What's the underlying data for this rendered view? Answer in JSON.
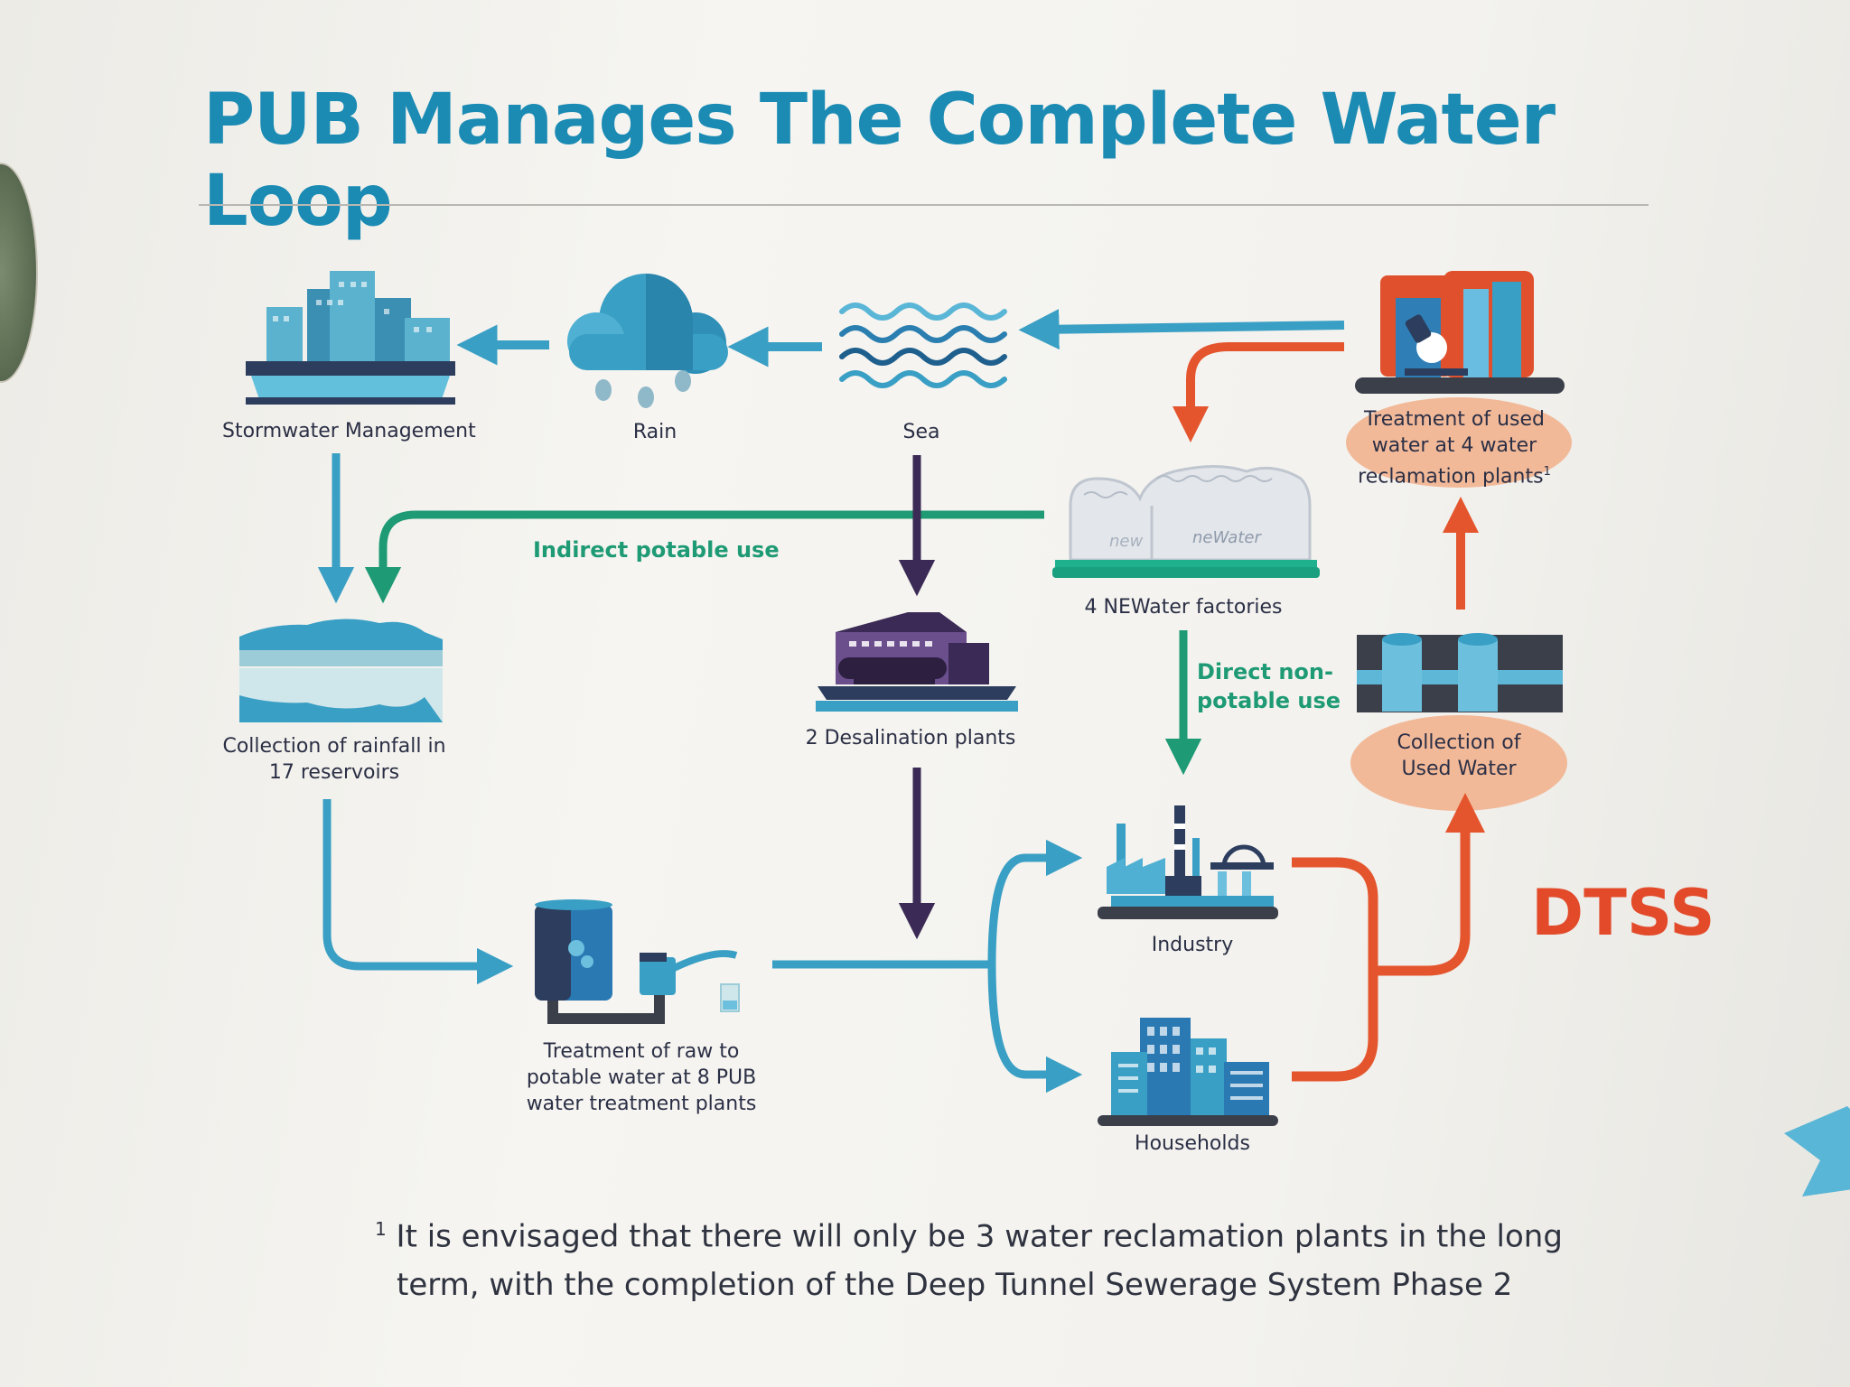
{
  "title": "PUB Manages The Complete Water Loop",
  "nodes": {
    "stormwater": "Stormwater Management",
    "rain": "Rain",
    "sea": "Sea",
    "reclamation_line1": "Treatment of used",
    "reclamation_line2": "water at 4 water",
    "reclamation_line3": "reclamation plants",
    "reclamation_sup": "1",
    "newater": "4 NEWater factories",
    "newater_sign": "neWater",
    "reservoirs_line1": "Collection of rainfall in",
    "reservoirs_line2": "17 reservoirs",
    "desalination": "2 Desalination plants",
    "used_water_line1": "Collection of",
    "used_water_line2": "Used Water",
    "industry": "Industry",
    "households": "Households",
    "treatment_line1": "Treatment of raw to",
    "treatment_line2": "potable water at 8 PUB",
    "treatment_line3": "water treatment plants"
  },
  "flows": {
    "indirect": "Indirect potable use",
    "direct_line1": "Direct non-",
    "direct_line2": "potable use"
  },
  "dtss": "DTSS",
  "footnote": {
    "marker": "1",
    "line1": "It is envisaged that there will only be 3 water reclamation plants in the long",
    "line2": "term, with the completion of the Deep Tunnel Sewerage System Phase 2"
  },
  "colors": {
    "title": "#1b8bb4",
    "blue_flow": "#3a9fc4",
    "green_flow": "#1e9a74",
    "purple_flow": "#3b2a55",
    "orange_flow": "#e4552d",
    "dtss": "#e24a2a"
  }
}
